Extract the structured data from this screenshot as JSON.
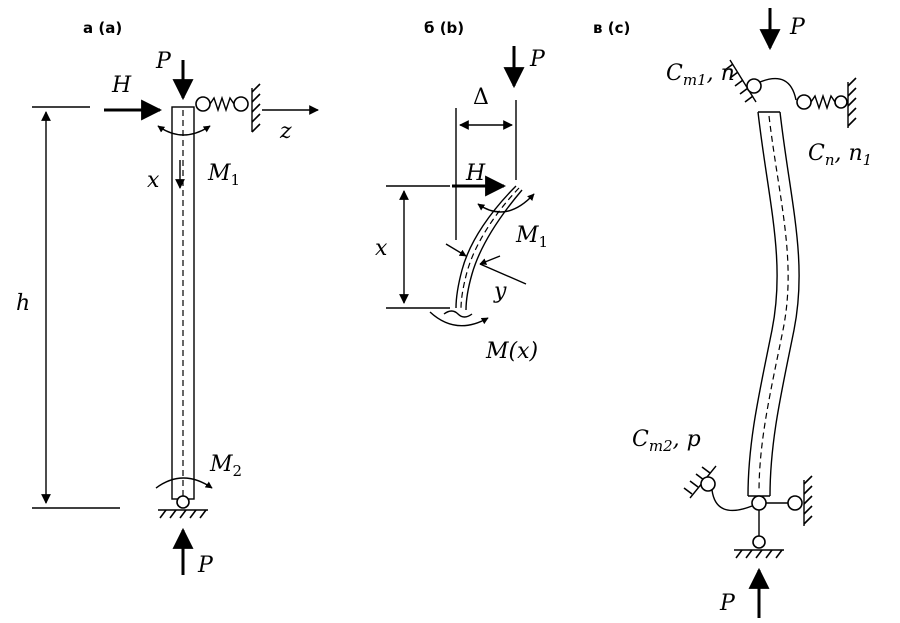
{
  "panels": {
    "a": {
      "label": "a (a)"
    },
    "b": {
      "label": "б (b)"
    },
    "c": {
      "label": "в (c)"
    }
  },
  "symbols": {
    "P": "P",
    "H": "H",
    "z": "z",
    "x": "x",
    "h": "h",
    "y": "y",
    "M": "M",
    "M1_sub": "1",
    "M2_sub": "2",
    "Delta": "Δ",
    "M_of_x": "M(x)",
    "Cm1": "C",
    "Cm1_sub": "m1",
    "Cm1_tail": ", n",
    "Cn": "C",
    "Cn_sub": "n",
    "Cn_tail": ", n",
    "n1_sub": "1",
    "Cm2": "C",
    "Cm2_sub": "m2",
    "Cm2_tail": ", p"
  }
}
